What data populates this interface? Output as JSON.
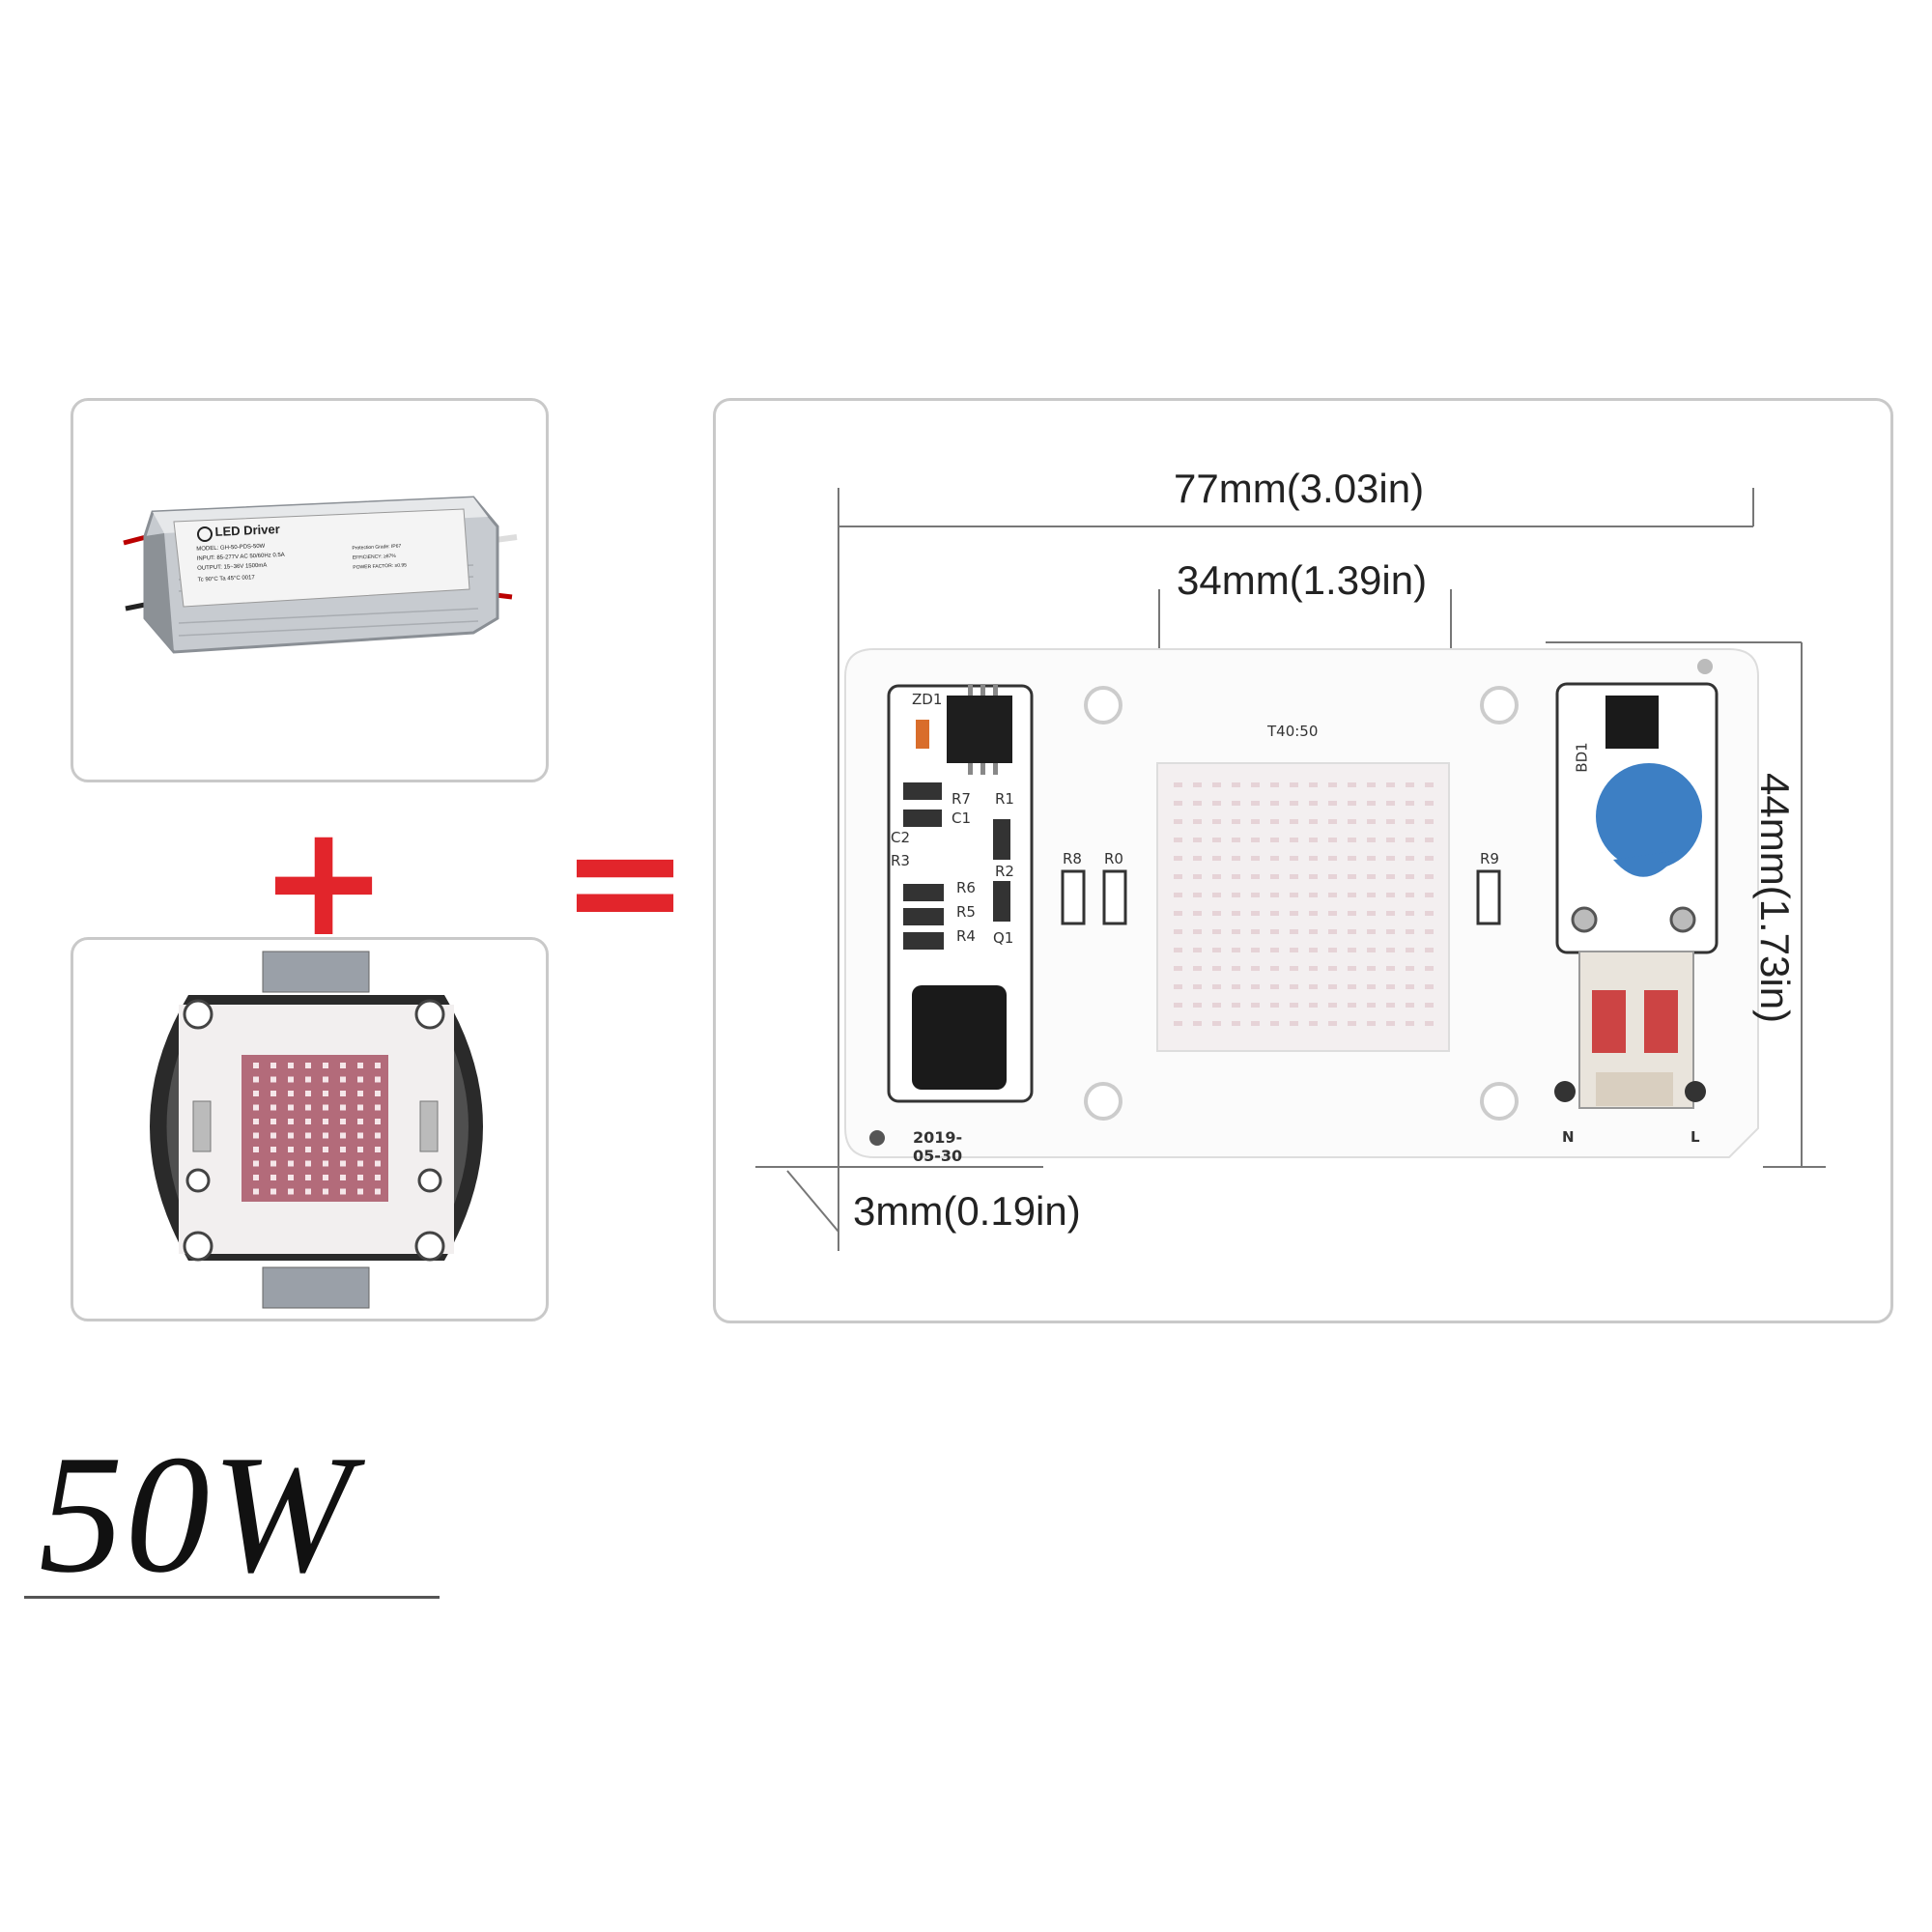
{
  "driver": {
    "title": "LED Driver",
    "model_line": "MODEL: GH-50-PDS-50W",
    "input_line": "INPUT: 85-277V AC 50/60Hz 0.5A",
    "output_line": "OUTPUT: 15~36V    1500mA",
    "temp_line": "Tc 90°C   Ta 45°C    0017",
    "protection": "Protection Grade: IP67",
    "efficiency": "EFFICIENCY: ≥87%",
    "power_factor": "POWER FACTOR: ≥0.95",
    "case_color": "#c7cbd0"
  },
  "operators": {
    "plus": "+",
    "equals": "=",
    "color": "#e2252b"
  },
  "board": {
    "dimensions": {
      "width": "77mm(3.03in)",
      "led_area": "34mm(1.39in)",
      "height": "44mm(1.73in)",
      "thickness": "3mm(0.19in)"
    },
    "led_label": "T40:50",
    "date": "2019-05-30",
    "components": [
      "ZD1",
      "R7",
      "C1",
      "R1",
      "C2",
      "R3",
      "R2",
      "R6",
      "R5",
      "R4",
      "Q1",
      "R8",
      "R0",
      "R9",
      "BD1"
    ],
    "terminals": {
      "neutral": "N",
      "live": "L"
    },
    "led_color": "#b36b7a",
    "varistor_color": "#3d7fc4"
  },
  "product": {
    "power_label": "50W"
  }
}
